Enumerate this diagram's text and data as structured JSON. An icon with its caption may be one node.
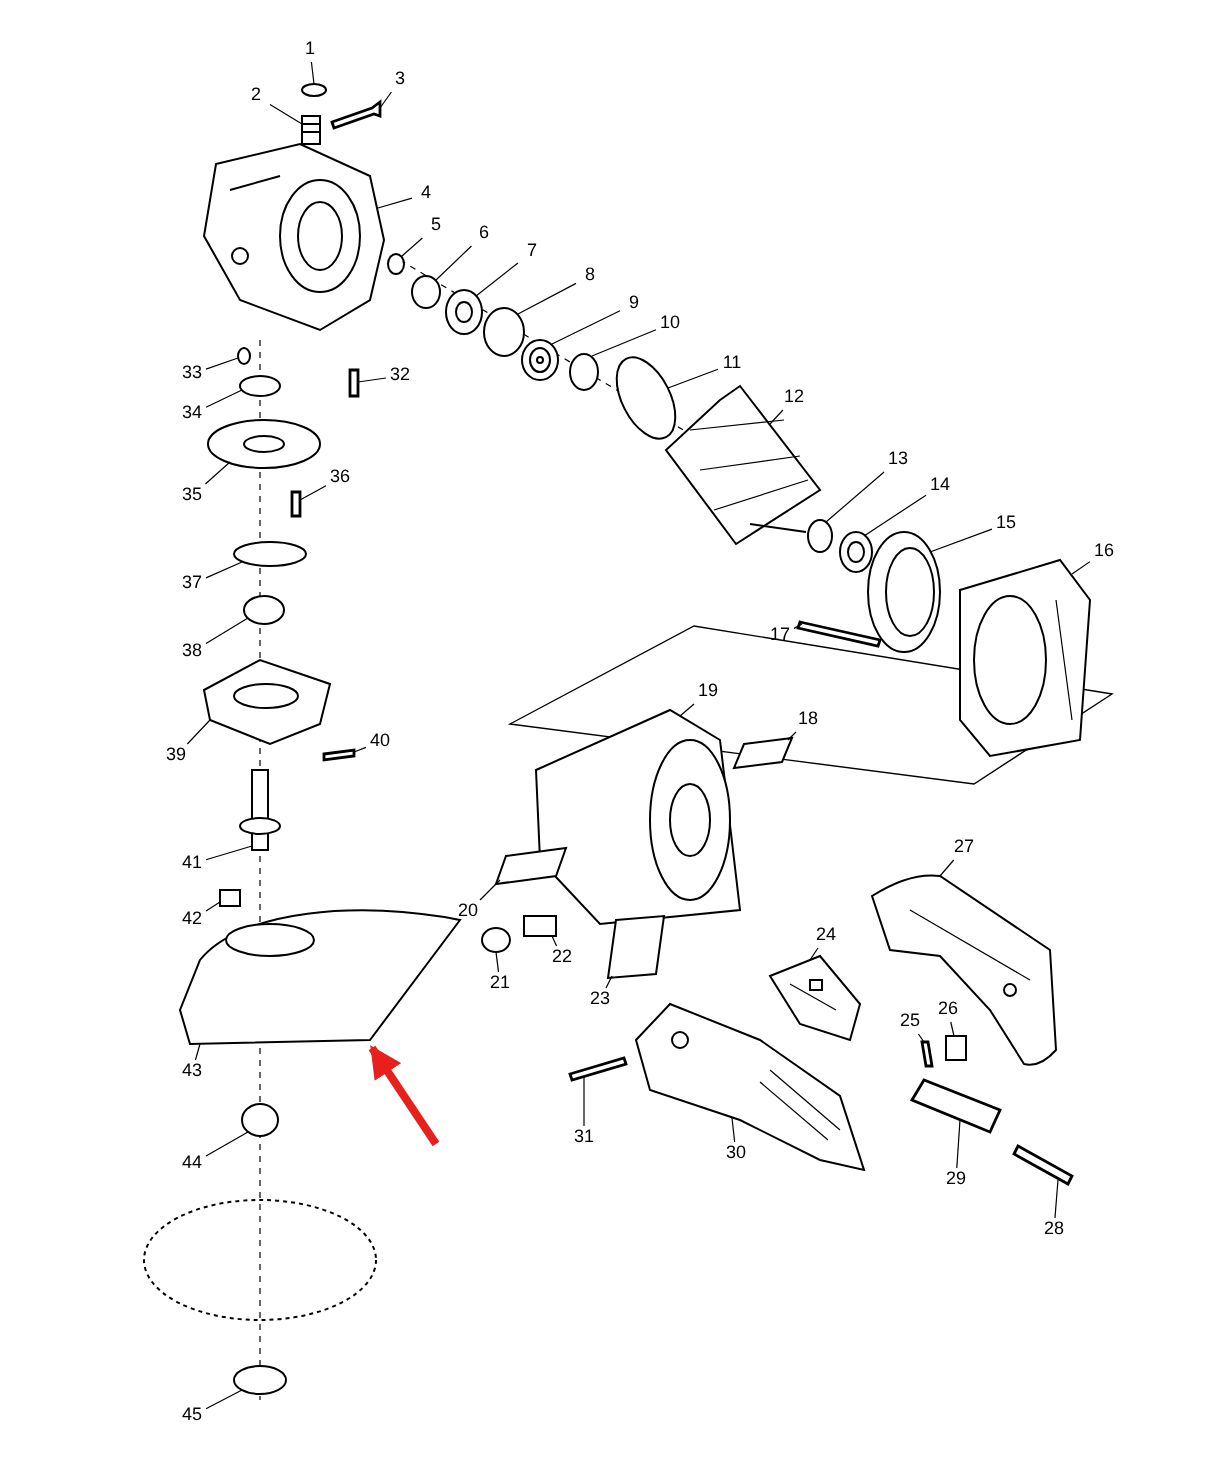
{
  "diagram": {
    "nodes": [
      {
        "text": [
          "1"
        ]
      },
      {
        "text": [
          "2"
        ]
      },
      {
        "text": [
          "3"
        ]
      },
      {
        "text": [
          "4"
        ]
      },
      {
        "text": [
          "5"
        ]
      },
      {
        "text": [
          "6"
        ]
      },
      {
        "text": [
          "7"
        ]
      },
      {
        "text": [
          "8"
        ]
      },
      {
        "text": [
          "9"
        ]
      },
      {
        "text": [
          "10"
        ]
      },
      {
        "text": [
          "11"
        ]
      },
      {
        "text": [
          "12"
        ]
      },
      {
        "text": [
          "13"
        ]
      },
      {
        "text": [
          "14"
        ]
      },
      {
        "text": [
          "15"
        ]
      },
      {
        "text": [
          "16"
        ]
      },
      {
        "text": [
          "17"
        ]
      },
      {
        "text": [
          "18"
        ]
      },
      {
        "text": [
          "19"
        ]
      },
      {
        "text": [
          "20"
        ]
      },
      {
        "text": [
          "21"
        ]
      },
      {
        "text": [
          "22"
        ]
      },
      {
        "text": [
          "23"
        ]
      },
      {
        "text": [
          "24"
        ]
      },
      {
        "text": [
          "25"
        ]
      },
      {
        "text": [
          "26"
        ]
      },
      {
        "text": [
          "27"
        ]
      },
      {
        "text": [
          "28"
        ]
      },
      {
        "text": [
          "29"
        ]
      },
      {
        "text": [
          "30"
        ]
      },
      {
        "text": [
          "31"
        ]
      },
      {
        "text": [
          "32"
        ]
      },
      {
        "text": [
          "33"
        ]
      },
      {
        "text": [
          "34"
        ]
      },
      {
        "text": [
          "35"
        ]
      },
      {
        "text": [
          "36"
        ]
      },
      {
        "text": [
          "37"
        ]
      },
      {
        "text": [
          "38"
        ]
      },
      {
        "text": [
          "39"
        ]
      },
      {
        "text": [
          "40"
        ]
      },
      {
        "text": [
          "41"
        ]
      },
      {
        "text": [
          "42"
        ]
      },
      {
        "text": [
          "43"
        ]
      },
      {
        "text": [
          "44"
        ]
      },
      {
        "text": [
          "45"
        ]
      },
      {
        "text": [],
        "shape": "circle"
      },
      {
        "text": [],
        "shape": "picture"
      },
      {
        "text": [],
        "shape": "bar"
      },
      {
        "text": [],
        "shape": "picture"
      },
      {
        "text": [],
        "shape": "circle"
      },
      {
        "text": [],
        "shape": "circle"
      },
      {
        "text": [],
        "shape": "picture"
      },
      {
        "text": [],
        "shape": "circle"
      },
      {
        "text": [],
        "shape": "picture"
      },
      {
        "text": [],
        "shape": "circle"
      },
      {
        "text": [],
        "shape": "circle"
      },
      {
        "text": [],
        "shape": "picture"
      },
      {
        "text": [],
        "shape": "circle"
      },
      {
        "text": [],
        "shape": "picture"
      },
      {
        "text": [],
        "shape": "picture"
      },
      {
        "text": [],
        "shape": "picture"
      },
      {
        "text": [],
        "shape": "bar"
      },
      {
        "text": [],
        "shape": "box"
      },
      {
        "text": [],
        "shape": "picture"
      },
      {
        "text": [],
        "shape": "box"
      },
      {
        "text": [],
        "shape": "circle"
      },
      {
        "text": [],
        "shape": "box"
      },
      {
        "text": [],
        "shape": "box"
      },
      {
        "text": [],
        "shape": "picture"
      },
      {
        "text": [],
        "shape": "bar"
      },
      {
        "text": [],
        "shape": "box"
      },
      {
        "text": [],
        "shape": "picture"
      },
      {
        "text": [],
        "shape": "bar"
      },
      {
        "text": [],
        "shape": "bar"
      },
      {
        "text": [],
        "shape": "picture"
      },
      {
        "text": [],
        "shape": "bar"
      },
      {
        "text": [],
        "shape": "bar"
      },
      {
        "text": [],
        "shape": "circle"
      },
      {
        "text": [],
        "shape": "circle"
      },
      {
        "text": [],
        "shape": "picture"
      },
      {
        "text": [],
        "shape": "bar"
      },
      {
        "text": [],
        "shape": "circle"
      },
      {
        "text": [],
        "shape": "circle"
      },
      {
        "text": [],
        "shape": "picture"
      },
      {
        "text": [],
        "shape": "bar"
      },
      {
        "text": [],
        "shape": "picture"
      },
      {
        "text": [],
        "shape": "box"
      },
      {
        "text": [],
        "shape": "picture"
      },
      {
        "text": [],
        "shape": "circle"
      },
      {
        "text": [],
        "shape": "circle"
      }
    ],
    "edges": [
      {
        "from": 0,
        "to": 45,
        "arrow": "none"
      },
      {
        "from": 1,
        "to": 46,
        "arrow": "none"
      },
      {
        "from": 2,
        "to": 47,
        "arrow": "none"
      },
      {
        "from": 3,
        "to": 48,
        "arrow": "none"
      },
      {
        "from": 4,
        "to": 49,
        "arrow": "none"
      },
      {
        "from": 5,
        "to": 50,
        "arrow": "none"
      },
      {
        "from": 6,
        "to": 51,
        "arrow": "none"
      },
      {
        "from": 7,
        "to": 52,
        "arrow": "none"
      },
      {
        "from": 8,
        "to": 53,
        "arrow": "none"
      },
      {
        "from": 9,
        "to": 54,
        "arrow": "none"
      },
      {
        "from": 10,
        "to": 55,
        "arrow": "none"
      },
      {
        "from": 11,
        "to": 56,
        "arrow": "none"
      },
      {
        "from": 12,
        "to": 57,
        "arrow": "none"
      },
      {
        "from": 13,
        "to": 58,
        "arrow": "none"
      },
      {
        "from": 14,
        "to": 59,
        "arrow": "none"
      },
      {
        "from": 15,
        "to": 60,
        "arrow": "none"
      },
      {
        "from": 16,
        "to": 61,
        "arrow": "none"
      },
      {
        "from": 17,
        "to": 62,
        "arrow": "none"
      },
      {
        "from": 18,
        "to": 63,
        "arrow": "none"
      },
      {
        "from": 19,
        "to": 64,
        "arrow": "none"
      },
      {
        "from": 20,
        "to": 65,
        "arrow": "none"
      },
      {
        "from": 21,
        "to": 66,
        "arrow": "none"
      },
      {
        "from": 22,
        "to": 67,
        "arrow": "none"
      },
      {
        "from": 23,
        "to": 68,
        "arrow": "none"
      },
      {
        "from": 24,
        "to": 69,
        "arrow": "none"
      },
      {
        "from": 25,
        "to": 70,
        "arrow": "none"
      },
      {
        "from": 26,
        "to": 71,
        "arrow": "none"
      },
      {
        "from": 27,
        "to": 72,
        "arrow": "none"
      },
      {
        "from": 28,
        "to": 73,
        "arrow": "none"
      },
      {
        "from": 29,
        "to": 74,
        "arrow": "none"
      },
      {
        "from": 30,
        "to": 75,
        "arrow": "none"
      },
      {
        "from": 31,
        "to": 76,
        "arrow": "none"
      },
      {
        "from": 32,
        "to": 77,
        "arrow": "none"
      },
      {
        "from": 33,
        "to": 78,
        "arrow": "none"
      },
      {
        "from": 34,
        "to": 79,
        "arrow": "none"
      },
      {
        "from": 35,
        "to": 80,
        "arrow": "none"
      },
      {
        "from": 36,
        "to": 81,
        "arrow": "none"
      },
      {
        "from": 37,
        "to": 82,
        "arrow": "none"
      },
      {
        "from": 38,
        "to": 83,
        "arrow": "none"
      },
      {
        "from": 39,
        "to": 84,
        "arrow": "none"
      },
      {
        "from": 40,
        "to": 85,
        "arrow": "none"
      },
      {
        "from": 41,
        "to": 86,
        "arrow": "none"
      },
      {
        "from": 42,
        "to": 87,
        "arrow": "none"
      },
      {
        "from": 43,
        "to": 88,
        "arrow": "none"
      },
      {
        "from": 44,
        "to": 89,
        "arrow": "none"
      },
      {
        "from": null,
        "to": 87,
        "arrow": "to",
        "style": "thick",
        "color": "#e8201c"
      }
    ]
  }
}
